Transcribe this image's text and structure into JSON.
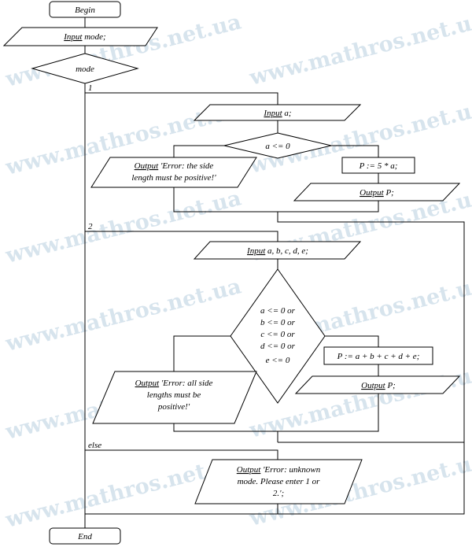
{
  "watermark": "www.mathros.net.ua",
  "begin": "Begin",
  "end": "End",
  "input_mode": {
    "keyword": "Input",
    "rest": " mode;"
  },
  "mode_decision": "mode",
  "branch_labels": {
    "one": "1",
    "two": "2",
    "else": "else"
  },
  "branch1": {
    "input": {
      "keyword": "Input",
      "rest": " a;"
    },
    "condition": "a <= 0",
    "error": {
      "keyword": "Output",
      "line1": " 'Error: the side",
      "line2": "length must be positive!'"
    },
    "assign": "P := 5 * a;",
    "output": {
      "keyword": "Output",
      "rest": " P;"
    }
  },
  "branch2": {
    "input": {
      "keyword": "Input",
      "rest": " a, b, c, d, e;"
    },
    "condition_lines": [
      "a <= 0 or",
      "b <= 0 or",
      "c <= 0 or",
      "d <= 0 or",
      "e <= 0"
    ],
    "error": {
      "keyword": "Output",
      "line1": " 'Error: all side",
      "line2": "lengths must be",
      "line3": "positive!'"
    },
    "assign": "P := a + b + c + d + e;",
    "output": {
      "keyword": "Output",
      "rest": " P;"
    }
  },
  "else_branch": {
    "output": {
      "keyword": "Output",
      "line1": " 'Error: unknown",
      "line2": "mode. Please enter 1 or",
      "line3": "2.';"
    }
  }
}
